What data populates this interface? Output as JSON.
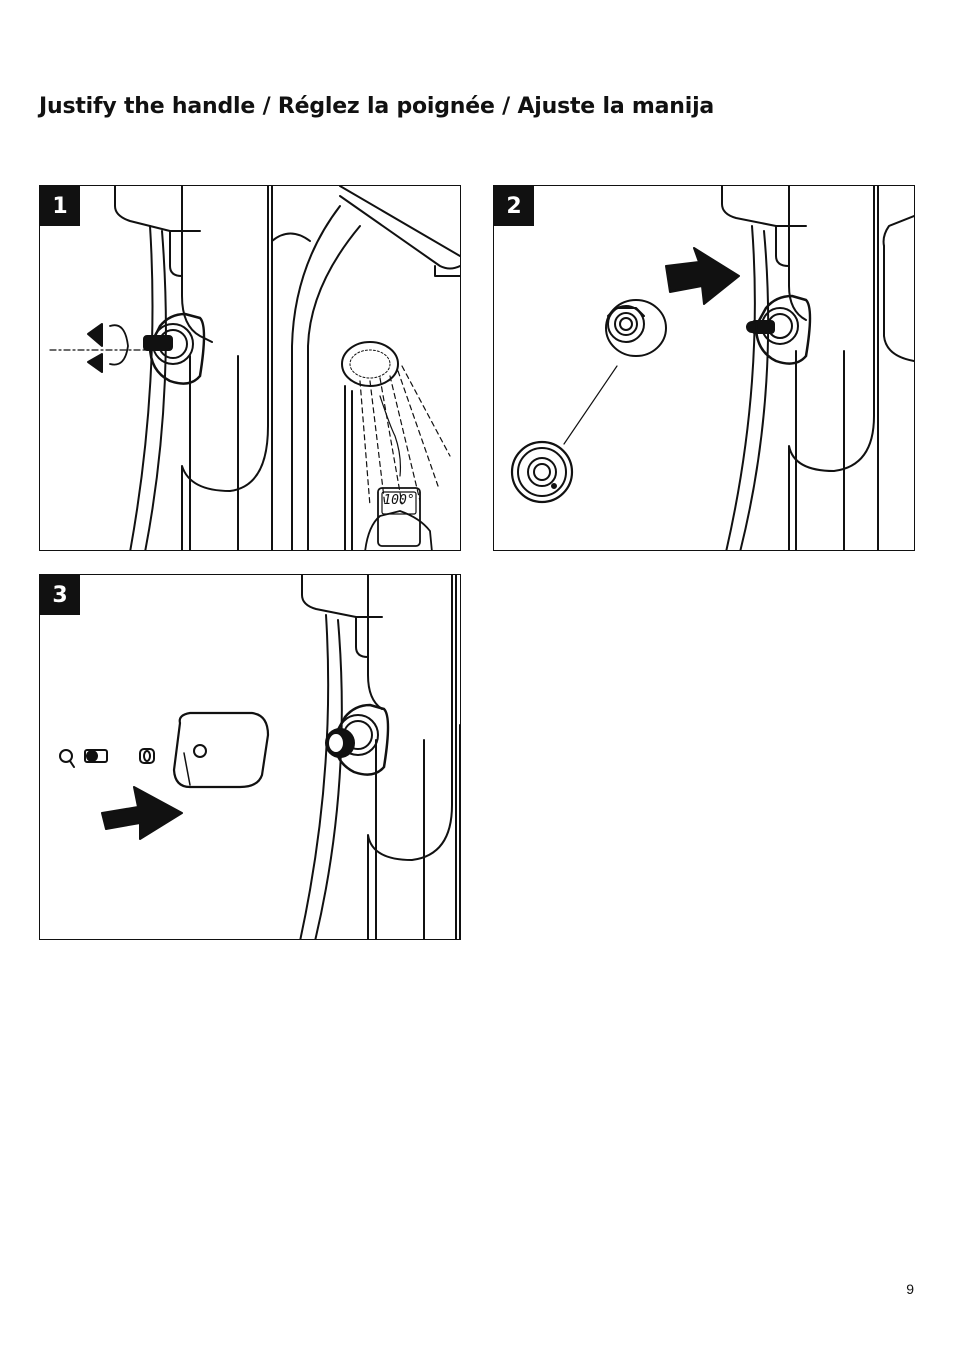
{
  "page": {
    "title": "Justify the handle / Réglez la poignée / Ajuste la manija",
    "page_number": "9"
  },
  "steps": [
    {
      "number": "1",
      "display_reading": "100°"
    },
    {
      "number": "2"
    },
    {
      "number": "3"
    }
  ]
}
